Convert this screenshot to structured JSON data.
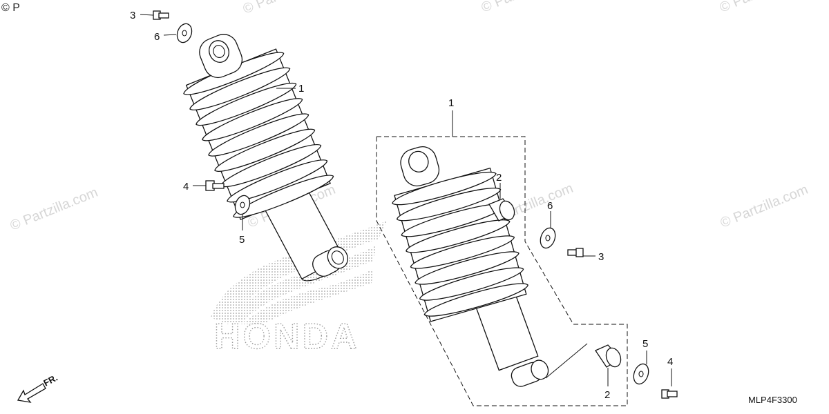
{
  "callouts": {
    "left_shock": "1",
    "right_group": "1",
    "left_bolt_top": "3",
    "left_washer_top": "6",
    "left_bolt_mid": "4",
    "left_washer_mid": "5",
    "bushing_upper": "2",
    "washer_right": "6",
    "bolt_right": "3",
    "bushing_lower": "2",
    "washer_lower": "5",
    "bolt_lower": "4"
  },
  "watermark": {
    "text": "© Partzilla.com",
    "corner": "© P"
  },
  "brand_text": "HONDA",
  "diagram_code": "MLP4F3300",
  "direction_label": "FR."
}
